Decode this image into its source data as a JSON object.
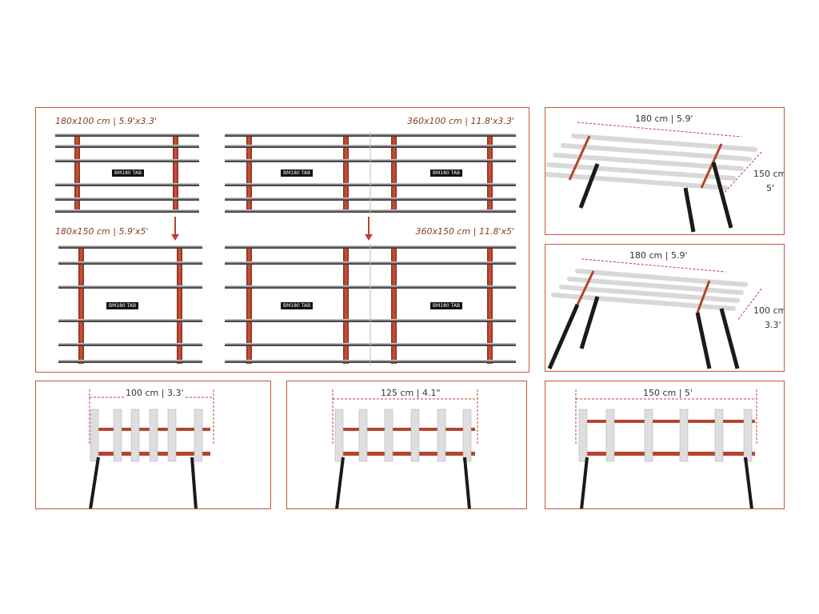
{
  "top_diagram": {
    "label_180x100": "180x100 cm | 5.9'x3.3'",
    "label_360x100": "360x100 cm | 11.8'x3.3'",
    "label_180x150": "180x150 cm | 5.9'x5'",
    "label_360x150": "360x150 cm | 11.8'x5'",
    "brand": "BM180 TAB"
  },
  "right_top": {
    "length": "180 cm | 5.9'",
    "width_cm": "150 cm",
    "width_ft": "5'"
  },
  "right_mid": {
    "length": "180 cm | 5.9'",
    "width_cm": "100 cm",
    "width_ft": "3.3'"
  },
  "bottom": {
    "left": "100 cm | 3.3'",
    "mid": "125 cm | 4.1\"",
    "right": "150 cm | 5'"
  },
  "colors": {
    "accent": "#c8553d",
    "frame": "#b5442e",
    "rail": "#555555",
    "leg": "#1a1a1a"
  }
}
